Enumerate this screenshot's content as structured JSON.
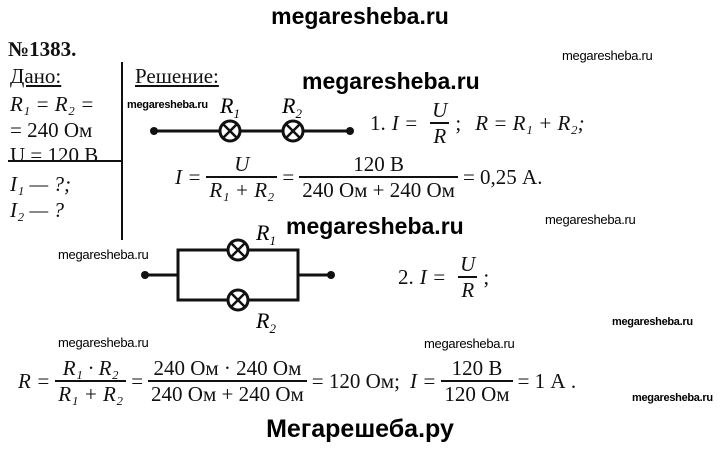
{
  "header": {
    "watermark": "megaresheba.ru"
  },
  "footer": {
    "brand": "Мегарешеба.ру"
  },
  "watermarks": [
    "megaresheba.ru",
    "megaresheba.ru",
    "megaresheba.ru",
    "megaresheba.ru",
    "megaresheba.ru",
    "megaresheba.ru",
    "megaresheba.ru",
    "megaresheba.ru",
    "megaresheba.ru",
    "megaresheba.ru"
  ],
  "problem": {
    "number": "№1383.",
    "given_title": "Дано:",
    "solution_title": "Решение:",
    "given": {
      "line1": "R₁ = R₂ =",
      "line2": "= 240 Ом",
      "line3": "U = 120 В"
    },
    "find": {
      "line1": "I₁ — ?;",
      "line2": "I₂ — ?"
    }
  },
  "circuits": {
    "r1": "R",
    "r2": "R",
    "sub1": "1",
    "sub2": "2"
  },
  "step1": {
    "num": "1.",
    "lhs": "I =",
    "U": "U",
    "R": "R",
    "sep": ";",
    "eq2": "R = R₁ + R₂;",
    "f_lhs": "I =",
    "f_num": "U",
    "f_den": "R₁ + R₂",
    "eq": "=",
    "v_num": "120 В",
    "v_den": "240 Ом + 240 Ом",
    "result": "= 0,25 А."
  },
  "step2": {
    "num": "2.",
    "lhs": "I =",
    "U": "U",
    "R": "R",
    "sep": ";",
    "r_lhs": "R =",
    "r_num": "R₁ · R₂",
    "r_den": "R₁ + R₂",
    "eq": "=",
    "v_num": "240 Ом · 240 Ом",
    "v_den": "240 Ом + 240 Ом",
    "r_result": "= 120 Ом;",
    "i_lhs": "I =",
    "i_num": "120 В",
    "i_den": "120 Ом",
    "i_result": "= 1 А ."
  }
}
